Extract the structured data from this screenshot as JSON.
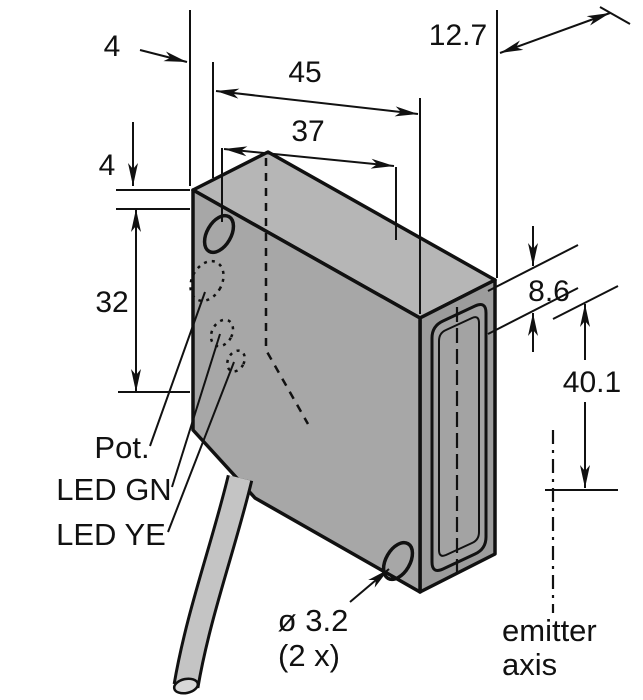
{
  "drawing": {
    "kind": "sensor-dimension-drawing"
  },
  "colors": {
    "background": "#ffffff",
    "line": "#111111",
    "body_front": "#a7a7a7",
    "body_top": "#b6b6b6",
    "body_side": "#9c9c9c",
    "lens": "#a3a3a3",
    "cable": "#c4c4c4",
    "cable_end": "#d8d8d8"
  },
  "dimensions": {
    "top_edge_offset": "4",
    "overall_width": "45",
    "hole_spacing_width": "37",
    "depth": "12.7",
    "side_edge_offset": "4",
    "hole_spacing_height": "32",
    "lens_top_offset": "8.6",
    "emitter_axis_height": "40.1"
  },
  "callouts": {
    "pot": "Pot.",
    "led_green": "LED GN",
    "led_yellow": "LED YE",
    "hole_diameter": "ø 3.2",
    "hole_count": "(2 x)",
    "emitter_axis_line1": "emitter",
    "emitter_axis_line2": "axis"
  }
}
